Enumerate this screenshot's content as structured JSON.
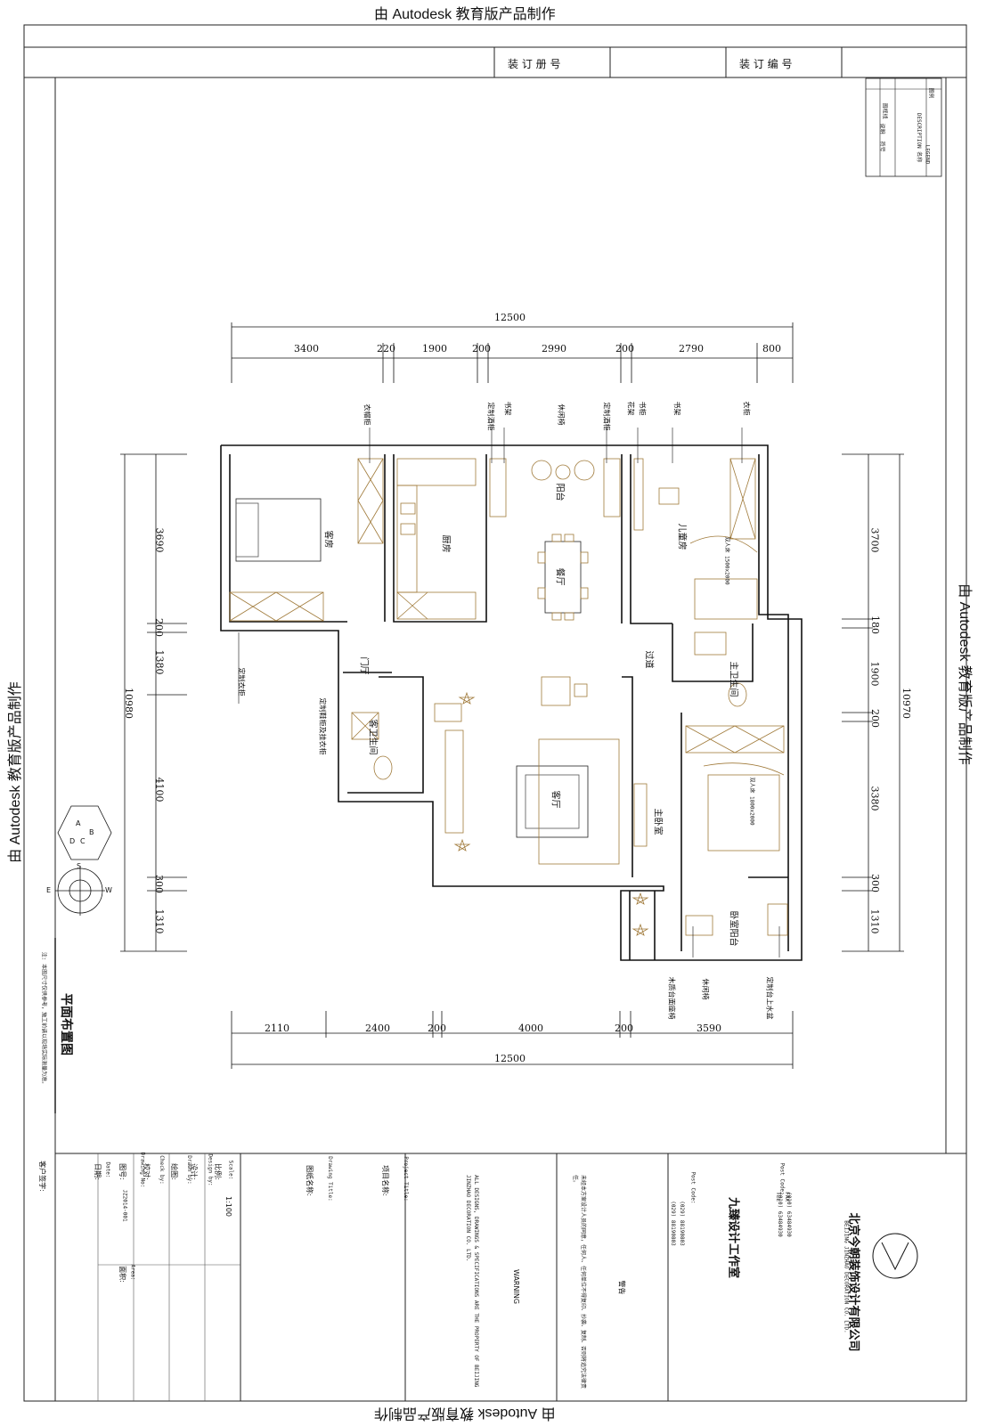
{
  "watermark": {
    "top": "由 Autodesk 教育版产品制作",
    "bottom": "由 Autodesk 教育版产品制作",
    "left": "由 Autodesk 教育版产品制作",
    "right": "由 Autodesk 教育版产品制作"
  },
  "binding": {
    "volume_label": "装 订 册 号",
    "number_label": "装 订 编 号"
  },
  "legend": {
    "title": "图例",
    "title_en": "LEGEND",
    "col_desc": "DESCRIPTION 名称",
    "rows": [
      "图框线",
      "说明",
      "符号"
    ]
  },
  "dimensions": {
    "top_total": "12500",
    "top_segments": [
      "3400",
      "220",
      "1900",
      "200",
      "2990",
      "200",
      "2790",
      "800"
    ],
    "bottom_total": "12500",
    "bottom_segments": [
      "2110",
      "2400",
      "200",
      "4000",
      "200",
      "3590"
    ],
    "left_total": "10980",
    "left_segments": [
      "3690",
      "200",
      "1380",
      "4100",
      "300",
      "1310"
    ],
    "right_total": "10970",
    "right_segments": [
      "3700",
      "180",
      "1900",
      "200",
      "3380",
      "300",
      "1310"
    ]
  },
  "rooms": {
    "bedroom_guest": "客房",
    "kitchen": "厨房",
    "dining": "餐厅",
    "balcony": "阳台",
    "child_room": "儿童房",
    "entry": "门厅",
    "corridor": "过道",
    "master_bath": "主卫生间",
    "guest_bath": "客卫生间",
    "living": "客厅",
    "master_bedroom": "主卧室",
    "bedroom_balcony": "卧室阳台"
  },
  "annotations": {
    "wardrobe": "衣帽柜",
    "bookshelf": "书架",
    "custom_wine": "定制酒柜",
    "leisure_chair": "休闲椅",
    "custom_wine2": "定制酒柜",
    "flower_stand": "花架",
    "bookcase": "书柜",
    "bookshelf2": "书架",
    "wardrobe2": "衣柜",
    "custom_wardrobe": "定制衣柜",
    "shoe_cabinet": "定制鞋柜及挂衣柜",
    "leisure_chair2": "休闲椅",
    "wood_bench": "木质台面座椅",
    "custom_sink": "定制台上水盆",
    "bed_child": "双人床 1500x2000",
    "bed_master": "双人床 1800x2000"
  },
  "plan_title": "平面布置图",
  "plan_note": "注: 本图尺寸仅供参考，施工前请以现场实际测量为准。",
  "compass": {
    "letters": [
      "A",
      "B",
      "C",
      "D"
    ],
    "dirs": [
      "W",
      "S",
      "E"
    ]
  },
  "titleblock": {
    "company_cn": "北京今朝装饰设计有限公司",
    "company_en": "BEIJING JINZHAO DECORATION CO. LTD.",
    "tel_label": "TEL",
    "tel": "(010) 63484930",
    "fax_label": "FAX",
    "fax": "(010) 63484930",
    "post_label": "Post Code:",
    "studio": "九臻设计工作室",
    "studio_post": "Post Code:",
    "studio_tel": "(029) 88190803",
    "studio_fax": "(029) 88190803",
    "warning_cn_title": "警告",
    "warning_cn": "未经本方案设计人员的同意，任何人、任何单位不得复印、抄袭、复制、否则将追究法律责任。",
    "warning_en_title": "WARNING",
    "warning_en": "ALL DESIGNS, DRAWINGS & SPECIFICATIONS ARE THE PROPERTY OF BEIJING JINZHAO DECORATION CO. LTD.",
    "project_title_en": "Project Title:",
    "project_title_cn": "项目名称:",
    "drawing_title_en": "Drawing Title:",
    "drawing_title_cn": "图纸名称:",
    "scale_en": "Scale:",
    "scale_cn": "比例:",
    "scale": "1:100",
    "design_en": "Design by:",
    "design_cn": "设计:",
    "drawn_en": "Drawn by:",
    "drawn_cn": "绘图:",
    "check_en": "Check by:",
    "check_cn": "校对:",
    "drawing_no_en": "Drawing No:",
    "drawing_no_cn": "图号:",
    "drawing_no": "JZ2014-001",
    "date_en": "Date:",
    "date_cn": "日期:",
    "area_en": "Area:",
    "area_cn": "面积:",
    "client_sign": "客户签字:"
  }
}
